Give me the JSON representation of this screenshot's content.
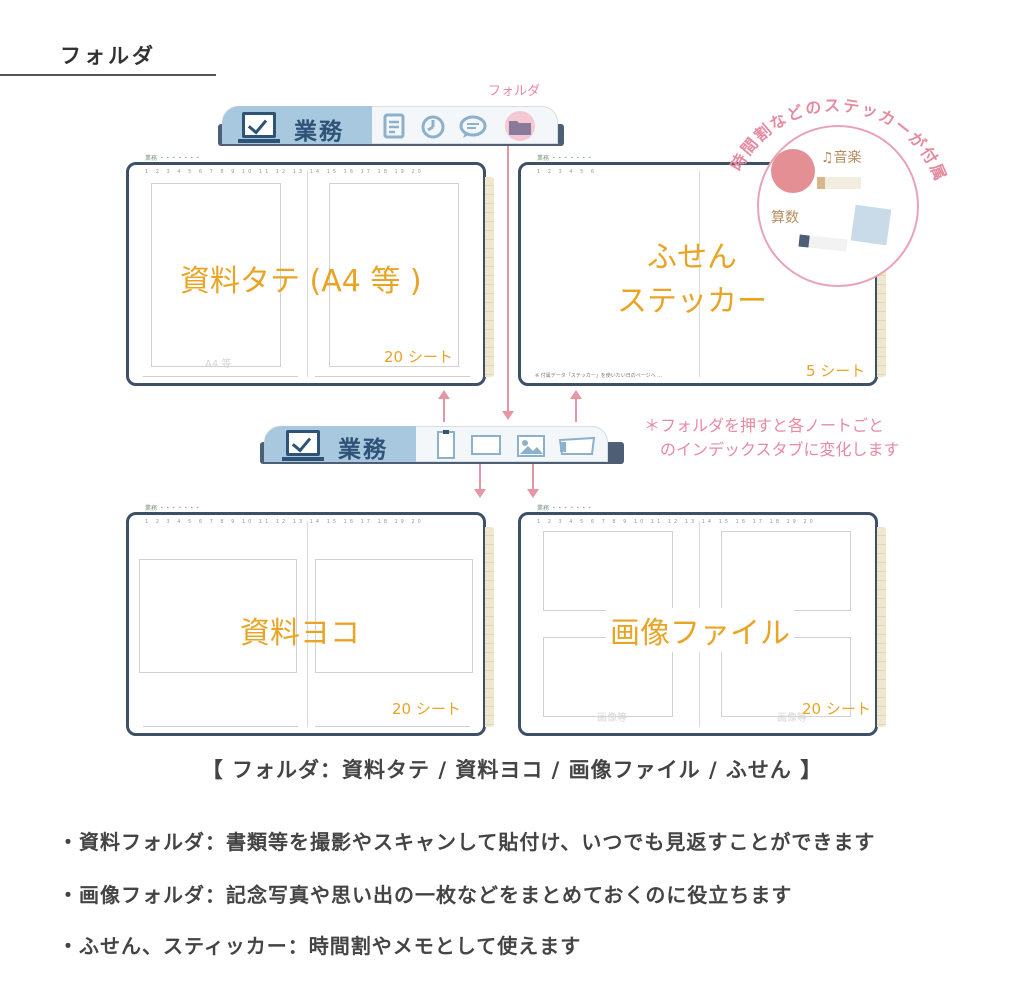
{
  "section": {
    "title": "フォルダ"
  },
  "tabbar": {
    "label": "業務",
    "folder_label": "フォルダ",
    "top_icons": [
      "document-icon",
      "clock-icon",
      "chat-bubble-icon",
      "folder-icon"
    ],
    "bottom_icons": [
      "portrait-page-icon",
      "landscape-page-icon",
      "image-icon",
      "sticky-note-icon"
    ]
  },
  "notebooks": {
    "tate": {
      "title": "資料タテ (A4 等 )",
      "count": "20 シート",
      "faint": "A4 等"
    },
    "fusen": {
      "title_line1": "ふせん",
      "title_line2": "ステッカー",
      "count": "5 シート"
    },
    "yoko": {
      "title": "資料ヨコ",
      "count": "20 シート"
    },
    "gazou": {
      "title": "画像ファイル",
      "count": "20 シート",
      "faint": "画像等"
    }
  },
  "stickers": {
    "arc_label": "時間割などのステッカーが付属",
    "music_label": "♫音楽",
    "math_label": "算数"
  },
  "note": {
    "line1": "＊フォルダを押すと各ノートごと",
    "line2": "のインデックスタブに変化します"
  },
  "caption": "【 フォルダ：資料タテ / 資料ヨコ / 画像ファイル / ふせん 】",
  "bullets": [
    "・資料フォルダ：書類等を撮影やスキャンして貼付け、いつでも見返すことができます",
    "・画像フォルダ：記念写真や思い出の一枚などをまとめておくのに役立ちます",
    "・ふせん、スティッカー：時間割やメモとして使えます"
  ],
  "colors": {
    "accent_orange": "#e9a425",
    "pink": "#e88aa0",
    "navy": "#3d5068",
    "tab_blue": "#a7c8de"
  }
}
